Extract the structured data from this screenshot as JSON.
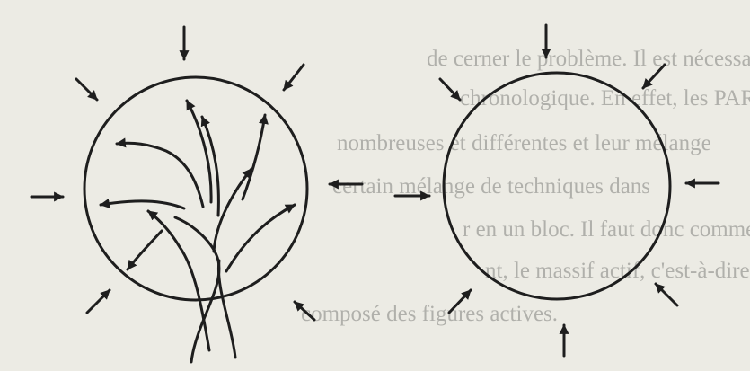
{
  "background_text": [
    "de cerner le problème. Il est nécessaire de",
    "chronologique. En effet, les PARTITIONS",
    "nombreuses et différentes et leur mélange",
    "certain mélange de techniques dans",
    "r en un bloc. Il faut donc commencer par",
    "nt, le massif actif, c'est-à-dire la val",
    "composé des figures actives."
  ],
  "colors": {
    "paper": "#ecebe4",
    "ink": "#1e1e1e"
  },
  "diagram": {
    "left_figure": "circle with inward arrows and internal branching tree arrows",
    "right_figure": "circle with inward arrows only"
  }
}
